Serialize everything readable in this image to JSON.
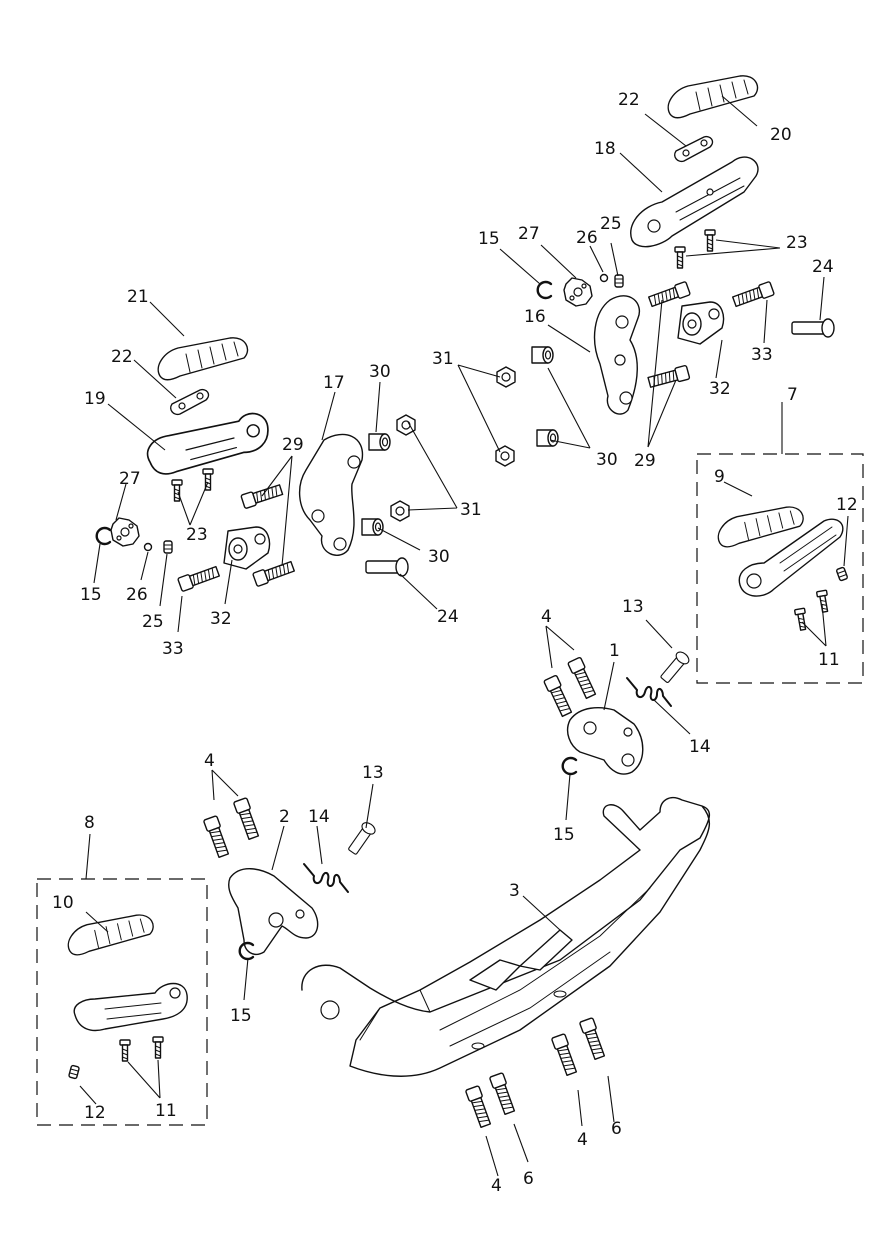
{
  "diagram": {
    "labels": {
      "l1": "1",
      "l2": "2",
      "l3": "3",
      "l4a": "4",
      "l4b": "4",
      "l4c": "4",
      "l4d": "4",
      "l6a": "6",
      "l6b": "6",
      "l7": "7",
      "l8": "8",
      "l9": "9",
      "l10": "10",
      "l11a": "11",
      "l11b": "11",
      "l12a": "12",
      "l12b": "12",
      "l13a": "13",
      "l13b": "13",
      "l14a": "14",
      "l14b": "14",
      "l15a": "15",
      "l15b": "15",
      "l15c": "15",
      "l15d": "15",
      "l16": "16",
      "l17": "17",
      "l18": "18",
      "l19": "19",
      "l20": "20",
      "l21": "21",
      "l22a": "22",
      "l22b": "22",
      "l23a": "23",
      "l23b": "23",
      "l24a": "24",
      "l24b": "24",
      "l25a": "25",
      "l25b": "25",
      "l26a": "26",
      "l26b": "26",
      "l27a": "27",
      "l27b": "27",
      "l29a": "29",
      "l29b": "29",
      "l30a": "30",
      "l30b": "30",
      "l30c": "30",
      "l31a": "31",
      "l31b": "31",
      "l32a": "32",
      "l32b": "32",
      "l33a": "33",
      "l33b": "33"
    }
  }
}
